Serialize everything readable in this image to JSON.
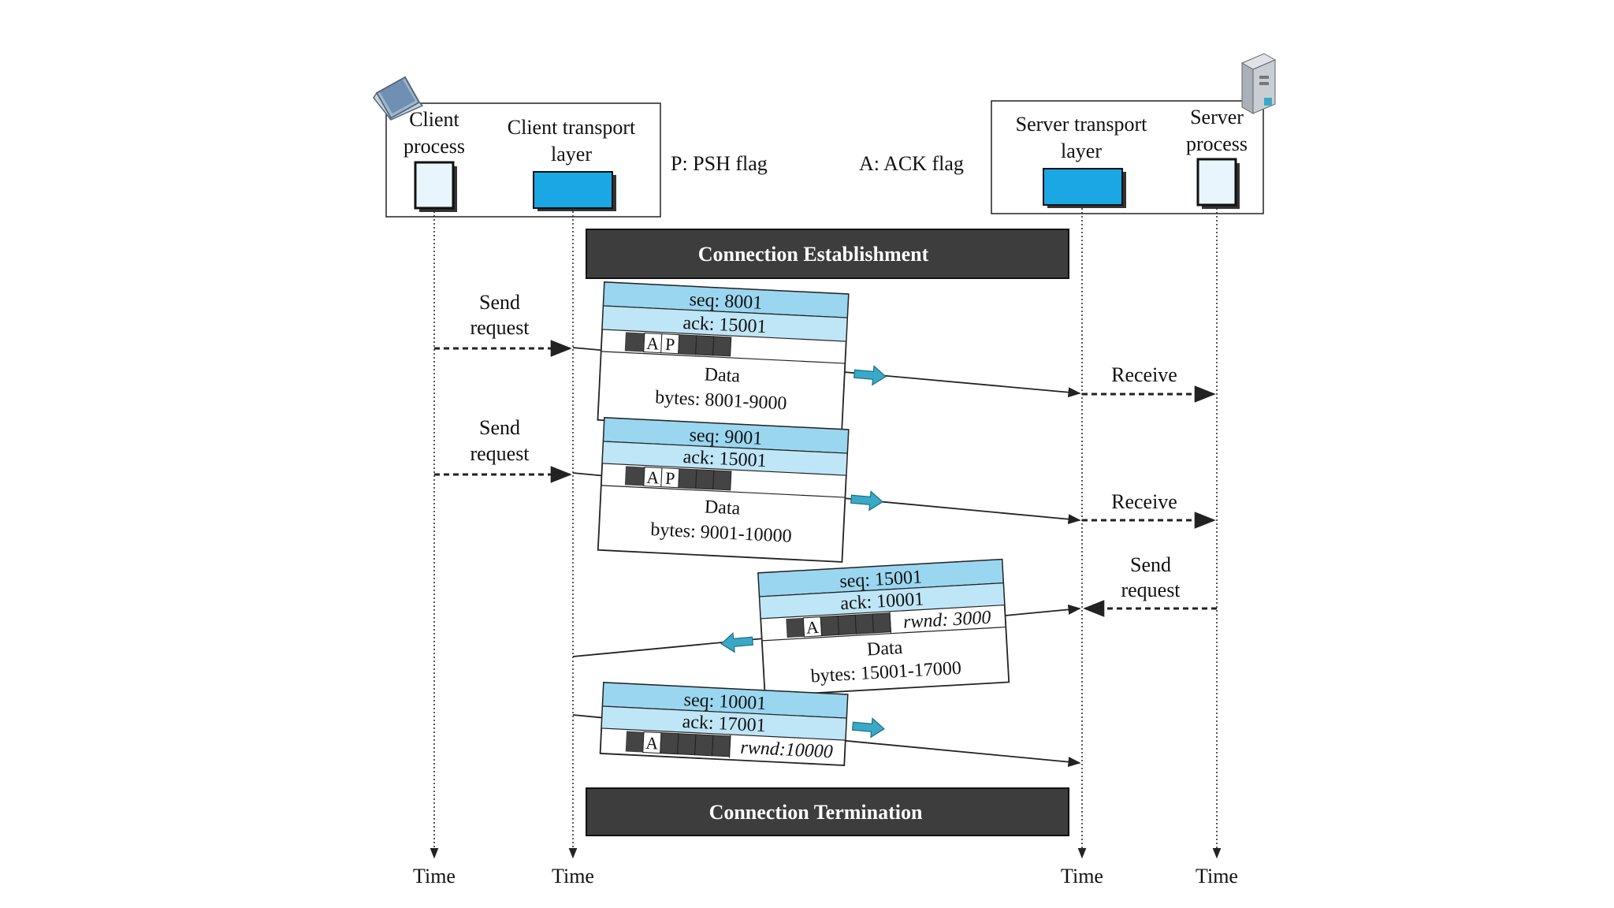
{
  "header": {
    "client_process": [
      "Client",
      "process"
    ],
    "client_transport": [
      "Client transport",
      "layer"
    ],
    "server_transport": [
      "Server transport",
      "layer"
    ],
    "server_process": [
      "Server",
      "process"
    ],
    "psh_legend": "P: PSH flag",
    "ack_legend": "A: ACK flag"
  },
  "banners": {
    "establishment": "Connection Establishment",
    "termination": "Connection Termination"
  },
  "time_label": "Time",
  "events": {
    "send_request": [
      "Send",
      "request"
    ],
    "receive": "Receive"
  },
  "segments": [
    {
      "seq": "seq: 8001",
      "ack": "ack: 15001",
      "flags": "AP",
      "rwnd": "",
      "data_title": "Data",
      "bytes": "bytes: 8001-9000"
    },
    {
      "seq": "seq: 9001",
      "ack": "ack: 15001",
      "flags": "AP",
      "rwnd": "",
      "data_title": "Data",
      "bytes": "bytes: 9001-10000"
    },
    {
      "seq": "seq: 15001",
      "ack": "ack: 10001",
      "flags": "A",
      "rwnd": "rwnd: 3000",
      "data_title": "Data",
      "bytes": "bytes: 15001-17000"
    },
    {
      "seq": "seq: 10001",
      "ack": "ack: 17001",
      "flags": "A",
      "rwnd": "rwnd:10000",
      "data_title": "",
      "bytes": ""
    }
  ],
  "colors": {
    "header_blue": "#1aa7e3",
    "row_blue": "#bfe6f7",
    "row_blue_dark": "#9ad6f0",
    "banner": "#3d3d3d",
    "arrow_teal": "#3aa9c7"
  },
  "icons": [
    "laptop-icon",
    "server-tower-icon"
  ]
}
